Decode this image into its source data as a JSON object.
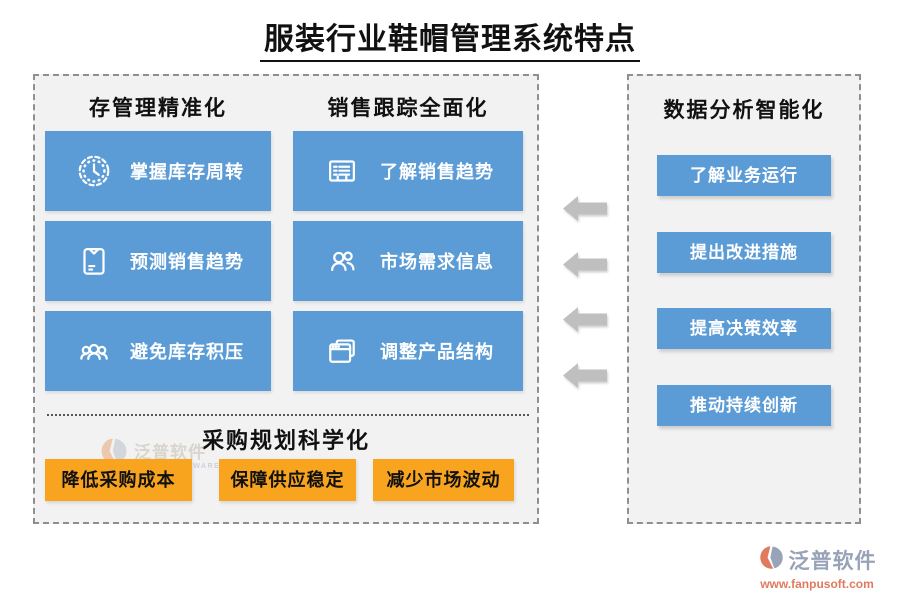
{
  "title": "服装行业鞋帽管理系统特点",
  "inventory_panel": {
    "columns": [
      {
        "header": "存管理精准化",
        "items": [
          {
            "icon": "clock-icon",
            "label": "掌握库存周转"
          },
          {
            "icon": "wallet-icon",
            "label": "预测销售趋势"
          },
          {
            "icon": "people-group-icon",
            "label": "避免库存积压"
          }
        ]
      },
      {
        "header": "销售跟踪全面化",
        "items": [
          {
            "icon": "report-list-icon",
            "label": "了解销售趋势"
          },
          {
            "icon": "two-people-icon",
            "label": "市场需求信息"
          },
          {
            "icon": "stacked-windows-icon",
            "label": "调整产品结构"
          }
        ]
      }
    ],
    "procurement": {
      "header": "采购规划科学化",
      "items": [
        "降低采购成本",
        "保障供应稳定",
        "减少市场波动"
      ]
    }
  },
  "analysis_panel": {
    "header": "数据分析智能化",
    "items": [
      "了解业务运行",
      "提出改进措施",
      "提高决策效率",
      "推动持续创新"
    ]
  },
  "arrows": {
    "count": 4,
    "direction": "left"
  },
  "watermark": {
    "brand": "泛普软件",
    "brand_sub": "FANPU SOFTWARE",
    "url": "www.fanpusoft.com"
  },
  "colors": {
    "feature_blue": "#5b9cd6",
    "procurement_orange": "#f8a41e",
    "arrow_gray": "#bfbfbf",
    "panel_bg": "#f2f2f2",
    "dashed_border": "#8f8f8f",
    "watermark_brand": "#98a3b8",
    "watermark_url": "#e07a5f"
  }
}
